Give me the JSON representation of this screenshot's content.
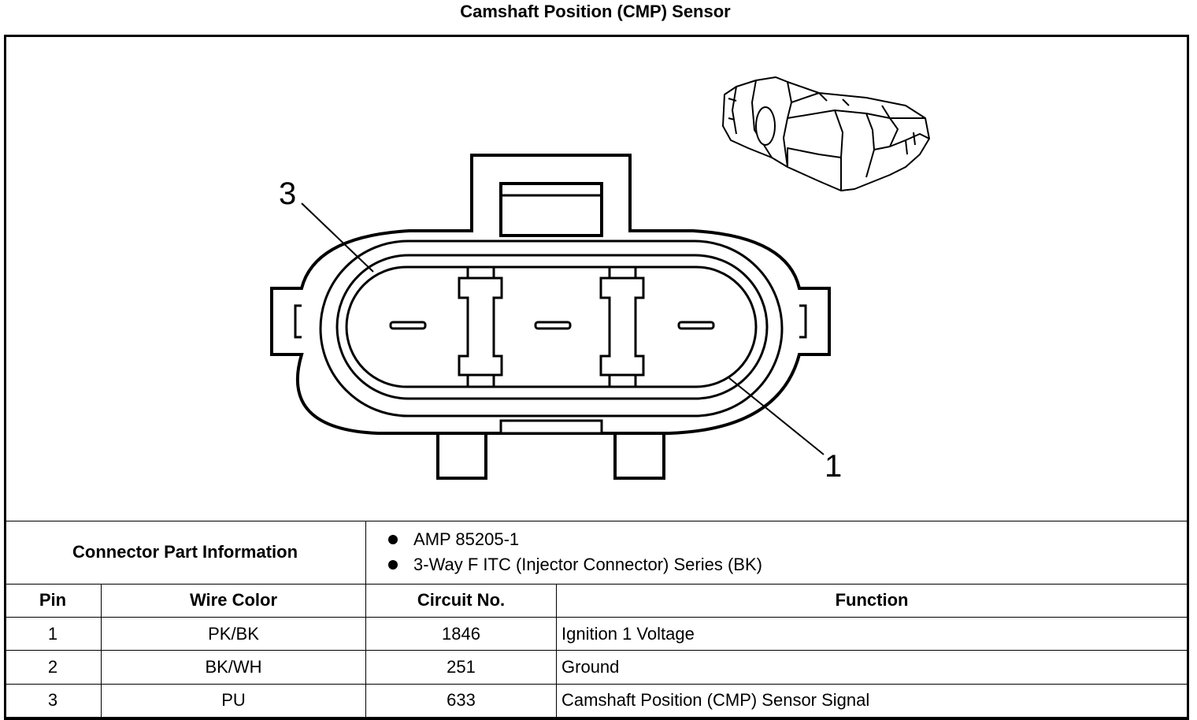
{
  "title": "Camshaft Position (CMP) Sensor",
  "diagram": {
    "callouts": [
      {
        "label": "3"
      },
      {
        "label": "1"
      }
    ]
  },
  "connector_info": {
    "label": "Connector Part Information",
    "items": [
      "AMP 85205-1",
      "3-Way F ITC (Injector Connector) Series (BK)"
    ]
  },
  "table": {
    "headers": [
      "Pin",
      "Wire Color",
      "Circuit No.",
      "Function"
    ],
    "rows": [
      {
        "pin": "1",
        "wire_color": "PK/BK",
        "circuit": "1846",
        "function": "Ignition 1 Voltage"
      },
      {
        "pin": "2",
        "wire_color": "BK/WH",
        "circuit": "251",
        "function": "Ground"
      },
      {
        "pin": "3",
        "wire_color": "PU",
        "circuit": "633",
        "function": "Camshaft Position (CMP) Sensor Signal"
      }
    ]
  }
}
